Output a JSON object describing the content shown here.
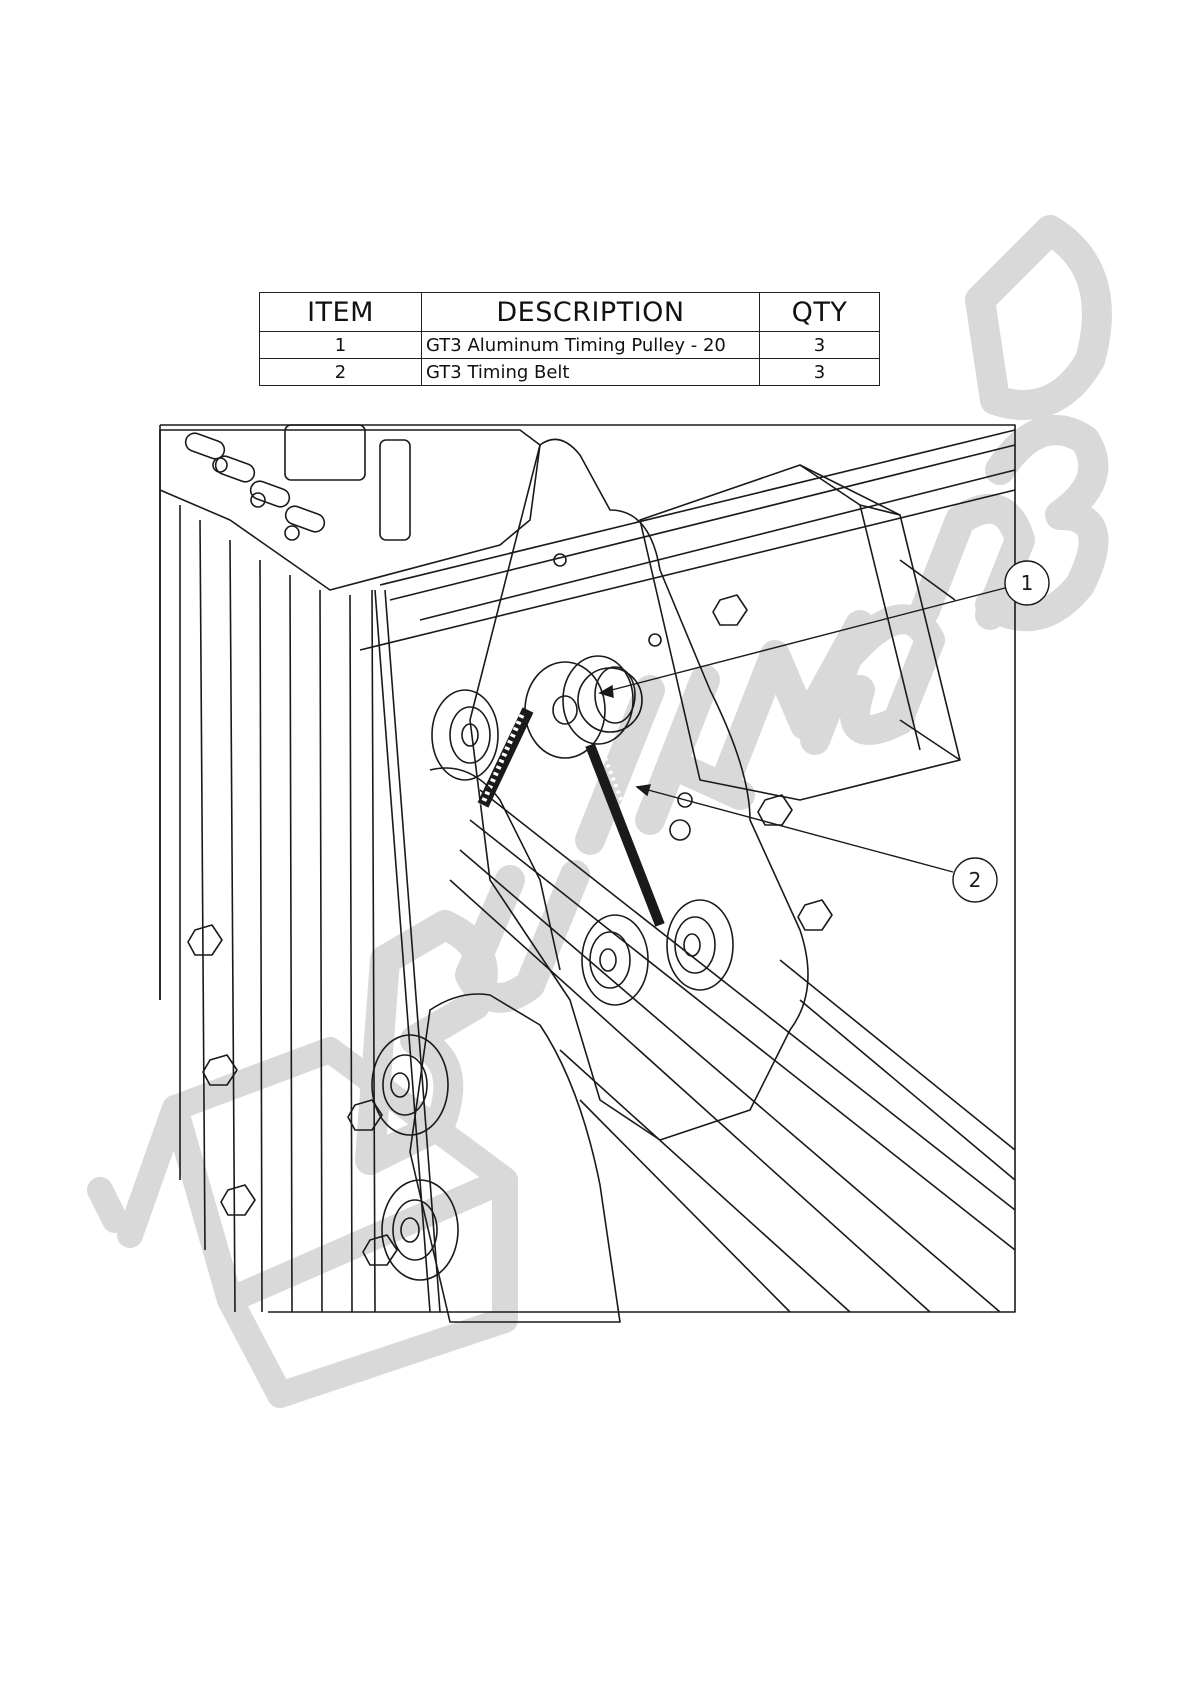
{
  "bom": {
    "headers": [
      "ITEM",
      "DESCRIPTION",
      "QTY"
    ],
    "rows": [
      {
        "item": "1",
        "description": "GT3 Aluminum Timing Pulley - 20",
        "qty": "3"
      },
      {
        "item": "2",
        "description": "GT3 Timing Belt",
        "qty": "3"
      }
    ]
  },
  "callouts": [
    {
      "id": "1",
      "part": "GT3 Aluminum Timing Pulley - 20"
    },
    {
      "id": "2",
      "part": "GT3 Timing Belt"
    }
  ],
  "colors": {
    "line": "#1a1a1a",
    "watermark": "#d4d4d4",
    "paper": "#ffffff"
  }
}
